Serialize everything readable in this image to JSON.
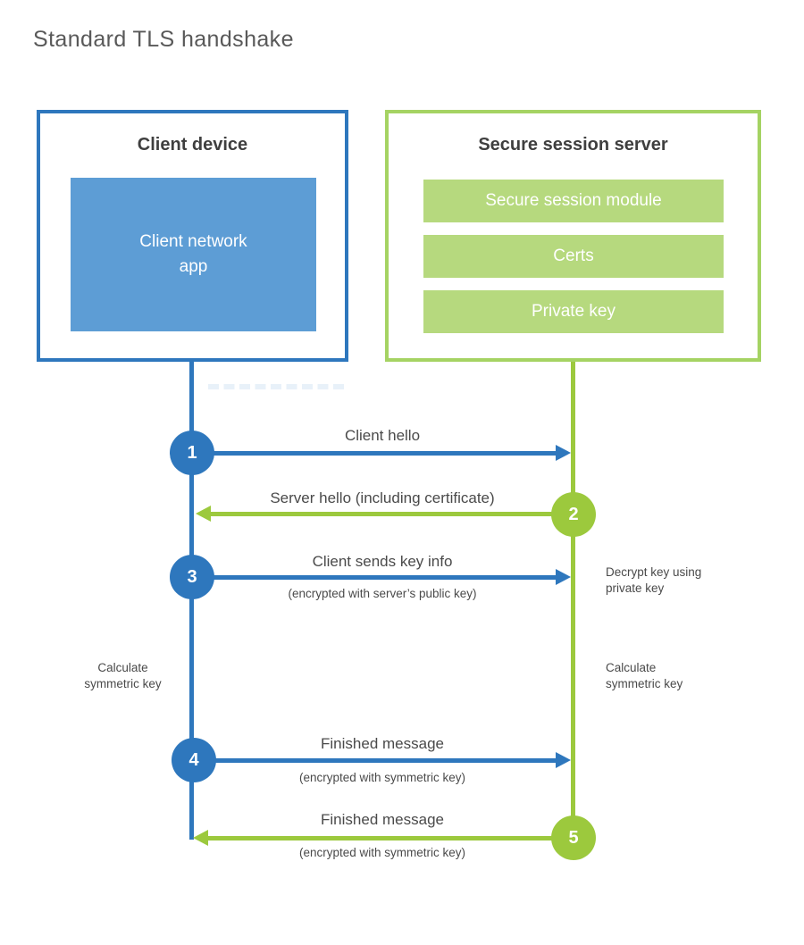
{
  "title": "Standard TLS handshake",
  "colors": {
    "blue": "#2e77bd",
    "blue_fill": "#5d9dd5",
    "green": "#9cc93d",
    "green_border": "#a5d363",
    "green_bar": "#b6d97e",
    "heading_text": "#3f3f3f",
    "label_text": "#4a4a4a",
    "title_text": "#595959"
  },
  "client": {
    "title": "Client device",
    "app_label": "Client network\napp"
  },
  "server": {
    "title": "Secure session server",
    "modules": [
      "Secure session module",
      "Certs",
      "Private key"
    ]
  },
  "steps": [
    {
      "num": "1",
      "label": "Client hello",
      "sub": "",
      "direction": "right",
      "from": "client"
    },
    {
      "num": "2",
      "label": "Server hello (including certificate)",
      "sub": "",
      "direction": "left",
      "from": "server"
    },
    {
      "num": "3",
      "label": "Client sends key info",
      "sub": "(encrypted with server’s public key)",
      "direction": "right",
      "from": "client"
    },
    {
      "num": "4",
      "label": "Finished message",
      "sub": "(encrypted with symmetric key)",
      "direction": "right",
      "from": "client"
    },
    {
      "num": "5",
      "label": "Finished message",
      "sub": "(encrypted with symmetric key)",
      "direction": "left",
      "from": "server"
    }
  ],
  "notes": {
    "decrypt_key": "Decrypt key using\nprivate key",
    "calc_left": "Calculate\nsymmetric key",
    "calc_right": "Calculate\nsymmetric key"
  }
}
